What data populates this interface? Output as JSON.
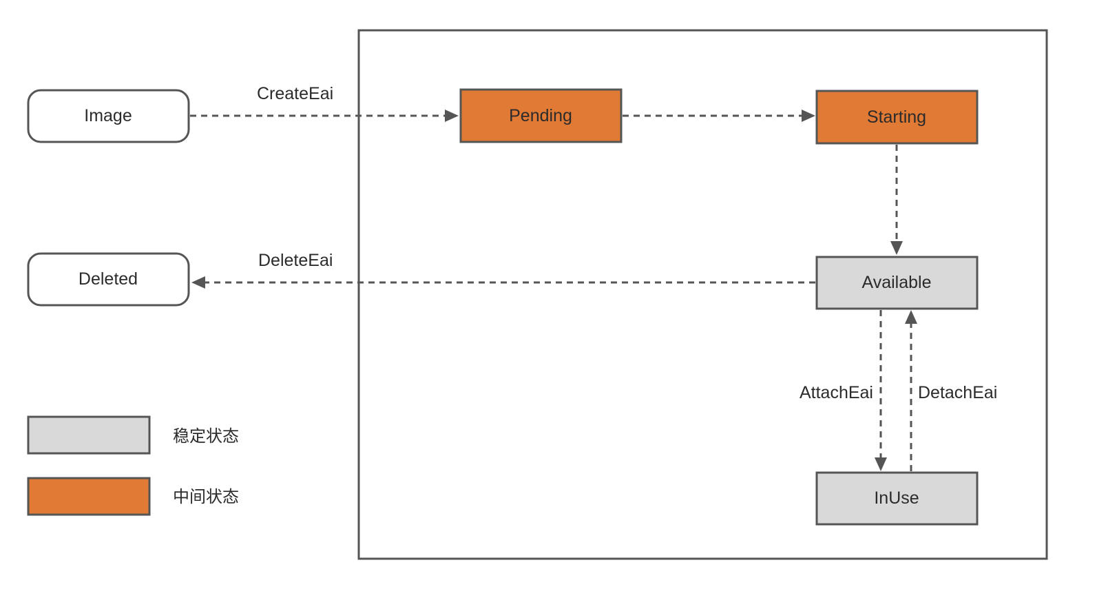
{
  "colors": {
    "stable": "#d9d9d9",
    "intermediate": "#e07a35",
    "terminal": "#ffffff",
    "border": "#555555",
    "text": "#2b2b2b"
  },
  "nodes": {
    "image": "Image",
    "deleted": "Deleted",
    "pending": "Pending",
    "starting": "Starting",
    "available": "Available",
    "inuse": "InUse"
  },
  "edges": {
    "create": "CreateEai",
    "delete": "DeleteEai",
    "attach": "AttachEai",
    "detach": "DetachEai"
  },
  "legend": {
    "stable_label": "稳定状态",
    "intermediate_label": "中间状态"
  }
}
